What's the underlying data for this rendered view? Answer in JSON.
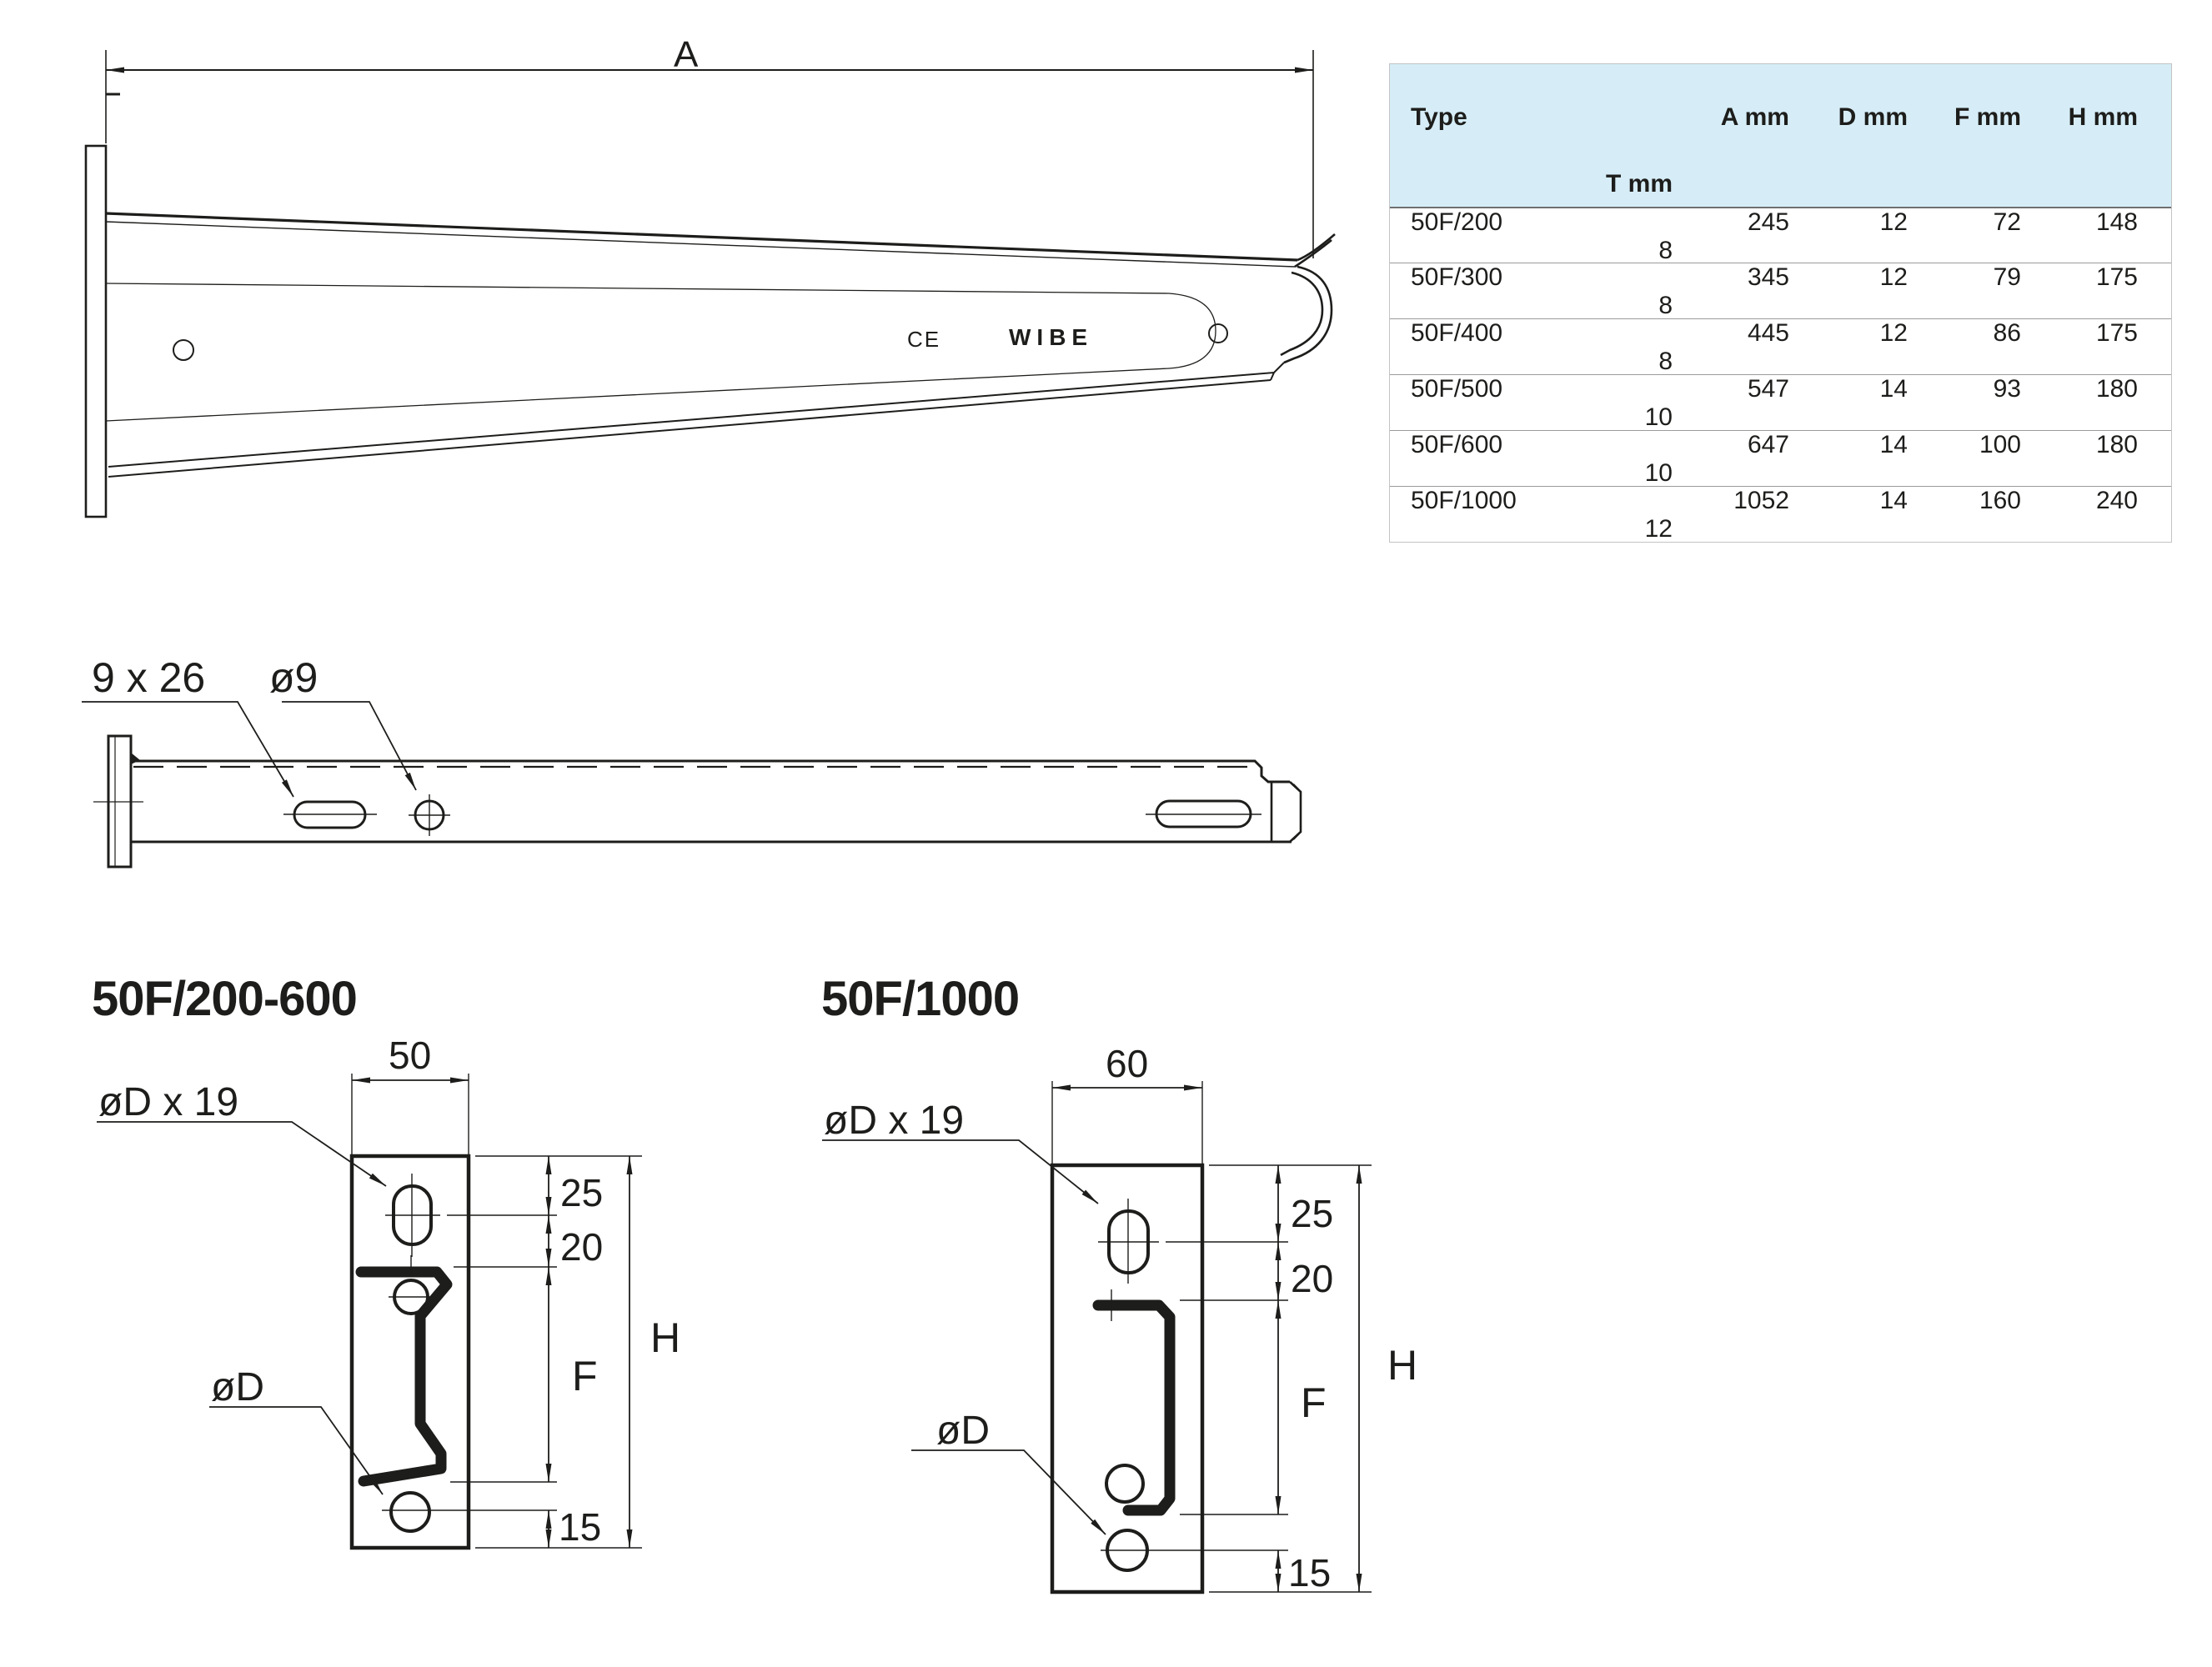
{
  "table": {
    "header_bg": "#d6edf7",
    "ink_color": "#1d1d1b",
    "headers": {
      "type": "Type",
      "a": "A mm",
      "d": "D mm",
      "f": "F mm",
      "h": "H mm",
      "t": "T mm"
    },
    "rows": [
      {
        "type": "50F/200",
        "a": "245",
        "d": "12",
        "f": "72",
        "h": "148",
        "t": "8"
      },
      {
        "type": "50F/300",
        "a": "345",
        "d": "12",
        "f": "79",
        "h": "175",
        "t": "8"
      },
      {
        "type": "50F/400",
        "a": "445",
        "d": "12",
        "f": "86",
        "h": "175",
        "t": "8"
      },
      {
        "type": "50F/500",
        "a": "547",
        "d": "14",
        "f": "93",
        "h": "180",
        "t": "10"
      },
      {
        "type": "50F/600",
        "a": "647",
        "d": "14",
        "f": "100",
        "h": "180",
        "t": "10"
      },
      {
        "type": "50F/1000",
        "a": "1052",
        "d": "14",
        "f": "160",
        "h": "240",
        "t": "12"
      }
    ]
  },
  "side_view": {
    "dim_a": "A",
    "ce_mark": "CE",
    "brand": "WIBE"
  },
  "plan_view": {
    "slot_label": "9 x 26",
    "hole_label": "ø9"
  },
  "detail_left": {
    "title": "50F/200-600",
    "width_label": "50",
    "slot_label": "øD x 19",
    "hole_label": "øD",
    "dim_25": "25",
    "dim_20": "20",
    "dim_f": "F",
    "dim_h": "H",
    "dim_15": "15"
  },
  "detail_right": {
    "title": "50F/1000",
    "width_label": "60",
    "slot_label": "øD x 19",
    "hole_label": "øD",
    "dim_25": "25",
    "dim_20": "20",
    "dim_f": "F",
    "dim_h": "H",
    "dim_15": "15"
  }
}
